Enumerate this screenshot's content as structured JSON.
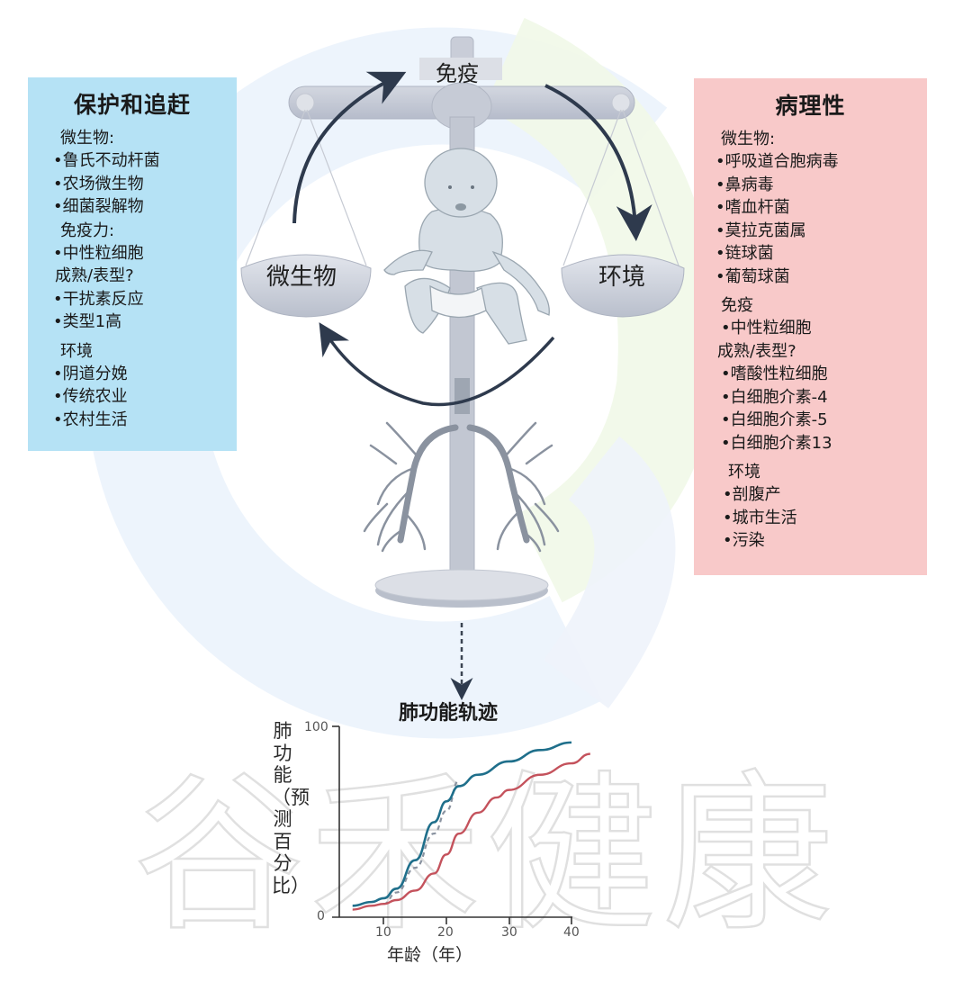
{
  "colors": {
    "left_panel_bg": "#b5e2f5",
    "right_panel_bg": "#f8c9c9",
    "arrow": "#2e3a4d",
    "scale_metal": "#c5cad6",
    "blue_curve": "#1f6f8b",
    "red_curve": "#c4525c",
    "dashed_curve": "#8a93a0",
    "watermark_stroke": "#e2e2e2"
  },
  "scale": {
    "top_label": "免疫",
    "left_pan_label": "微生物",
    "right_pan_label": "环境"
  },
  "left_panel": {
    "title": "保护和追赶",
    "sections": [
      {
        "heading": "微生物:",
        "items": [
          "•鲁氏不动杆菌",
          "•农场微生物",
          "•细菌裂解物"
        ]
      },
      {
        "heading": "免疫力:",
        "items": [
          "•中性粒细胞",
          "成熟/表型?",
          "•干扰素反应",
          "•类型1高"
        ]
      },
      {
        "heading": "环境",
        "items": [
          "•阴道分娩",
          "•传统农业",
          "•农村生活"
        ]
      }
    ]
  },
  "right_panel": {
    "title": "病理性",
    "sections": [
      {
        "heading": "微生物:",
        "items": [
          "•呼吸道合胞病毒",
          "•鼻病毒",
          "•嗜血杆菌",
          "•莫拉克菌属",
          "•链球菌",
          "•葡萄球菌"
        ]
      },
      {
        "heading": "免疫",
        "items": [
          "•中性粒细胞",
          "成熟/表型?",
          "•嗜酸性粒细胞",
          "•白细胞介素-4",
          "•白细胞介素-5",
          "•白细胞介素13"
        ]
      },
      {
        "heading": "环境",
        "items": [
          "•剖腹产",
          "•城市生活",
          "•污染"
        ]
      }
    ]
  },
  "watermark": "谷禾健康",
  "chart_data": {
    "type": "line",
    "title": "肺功能轨迹",
    "xlabel": "年龄（年）",
    "ylabel": "肺功能（预测百分比）",
    "xlim": [
      3,
      43
    ],
    "ylim": [
      0,
      100
    ],
    "x_ticks": [
      10,
      20,
      30,
      40
    ],
    "y_ticks": [
      0,
      100
    ],
    "grid": false,
    "legend": null,
    "series": [
      {
        "name": "blue (normal/catch-up trajectory)",
        "style": "solid",
        "x": [
          5,
          8,
          10,
          12,
          15,
          18,
          20,
          22,
          25,
          30,
          35,
          40
        ],
        "values": [
          6,
          8,
          10,
          15,
          30,
          50,
          61,
          69,
          75,
          82,
          88,
          92
        ]
      },
      {
        "name": "red (pathological trajectory)",
        "style": "solid",
        "x": [
          5,
          8,
          10,
          12,
          15,
          18,
          20,
          22,
          25,
          28,
          30,
          35,
          40,
          43
        ],
        "values": [
          4,
          6,
          7,
          9,
          14,
          23,
          33,
          44,
          55,
          63,
          67,
          75,
          81,
          86
        ]
      },
      {
        "name": "gray dashed (catch-up)",
        "style": "dashed",
        "x": [
          10,
          12,
          15,
          18,
          20,
          22
        ],
        "values": [
          7,
          13,
          26,
          44,
          56,
          72
        ]
      }
    ]
  }
}
